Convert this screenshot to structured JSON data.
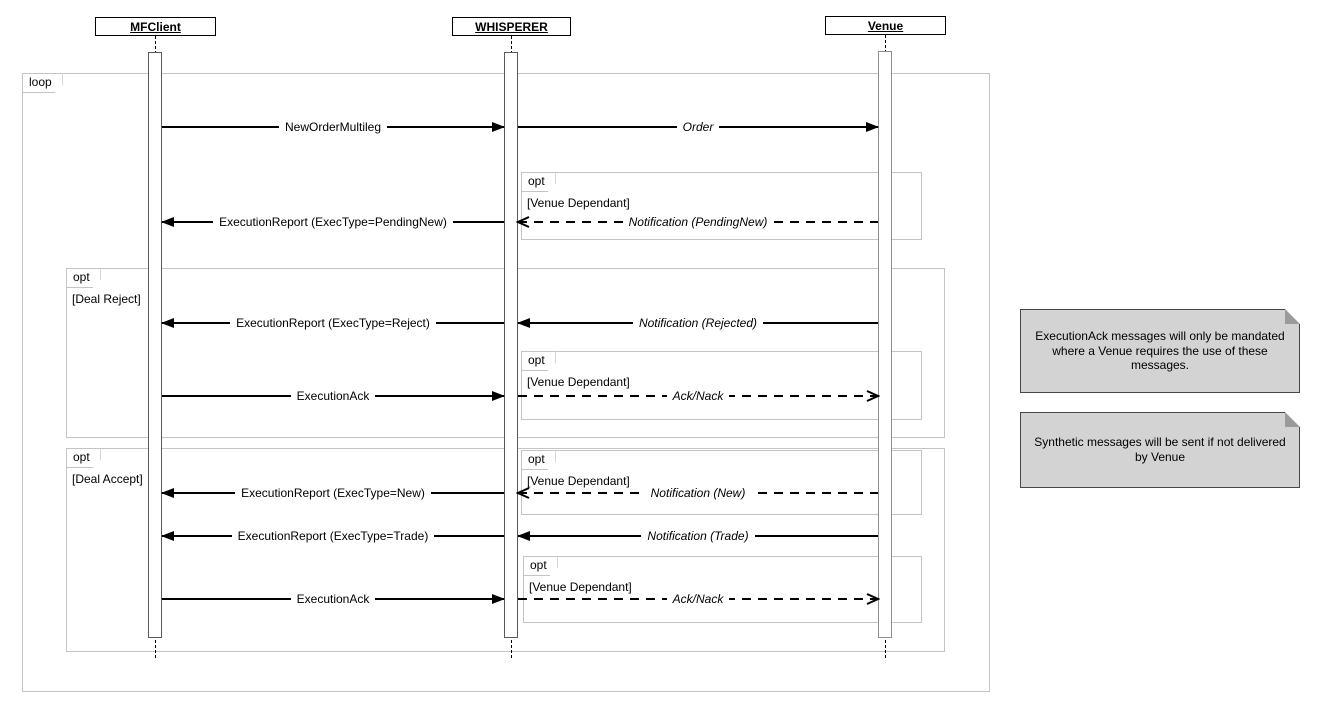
{
  "diagram_type": "uml-sequence-diagram",
  "participants": [
    {
      "label": "MFClient"
    },
    {
      "label": "WHISPERER"
    },
    {
      "label": "Venue"
    }
  ],
  "fragments": [
    {
      "operator": "loop",
      "guard": ""
    },
    {
      "operator": "opt",
      "guard": "[Venue Dependant]"
    },
    {
      "operator": "opt",
      "guard": "[Deal Reject]"
    },
    {
      "operator": "opt",
      "guard": "[Venue Dependant]"
    },
    {
      "operator": "opt",
      "guard": "[Deal Accept]"
    },
    {
      "operator": "opt",
      "guard": "[Venue Dependant]"
    },
    {
      "operator": "opt",
      "guard": "[Venue Dependant]"
    }
  ],
  "messages": [
    {
      "label": "NewOrderMultileg",
      "from": "MFClient",
      "to": "WHISPERER",
      "line": "solid",
      "head": "filled"
    },
    {
      "label": "Order",
      "from": "WHISPERER",
      "to": "Venue",
      "line": "solid",
      "head": "filled"
    },
    {
      "label": "ExecutionReport (ExecType=PendingNew)",
      "from": "WHISPERER",
      "to": "MFClient",
      "line": "solid",
      "head": "filled"
    },
    {
      "label": "Notification (PendingNew)",
      "from": "Venue",
      "to": "WHISPERER",
      "line": "dashed",
      "head": "open"
    },
    {
      "label": "ExecutionReport (ExecType=Reject)",
      "from": "WHISPERER",
      "to": "MFClient",
      "line": "solid",
      "head": "filled"
    },
    {
      "label": "Notification (Rejected)",
      "from": "Venue",
      "to": "WHISPERER",
      "line": "solid",
      "head": "filled"
    },
    {
      "label": "ExecutionAck",
      "from": "MFClient",
      "to": "WHISPERER",
      "line": "solid",
      "head": "filled"
    },
    {
      "label": "Ack/Nack",
      "from": "WHISPERER",
      "to": "Venue",
      "line": "dashed",
      "head": "open"
    },
    {
      "label": "ExecutionReport (ExecType=New)",
      "from": "WHISPERER",
      "to": "MFClient",
      "line": "solid",
      "head": "filled"
    },
    {
      "label": "Notification (New)",
      "from": "Venue",
      "to": "WHISPERER",
      "line": "dashed",
      "head": "open"
    },
    {
      "label": "ExecutionReport (ExecType=Trade)",
      "from": "WHISPERER",
      "to": "MFClient",
      "line": "solid",
      "head": "filled"
    },
    {
      "label": "Notification (Trade)",
      "from": "Venue",
      "to": "WHISPERER",
      "line": "solid",
      "head": "filled"
    },
    {
      "label": "ExecutionAck",
      "from": "MFClient",
      "to": "WHISPERER",
      "line": "solid",
      "head": "filled"
    },
    {
      "label": "Ack/Nack",
      "from": "WHISPERER",
      "to": "Venue",
      "line": "dashed",
      "head": "open"
    }
  ],
  "notes": [
    {
      "text": "ExecutionAck messages will only be mandated where a Venue requires the use of these messages."
    },
    {
      "text": "Synthetic messages will be sent if not delivered by Venue"
    }
  ],
  "colors": {
    "line": "#000000",
    "fragment_border": "#c4c4c4",
    "note_fill": "#d3d3d3",
    "note_border": "#474747"
  }
}
